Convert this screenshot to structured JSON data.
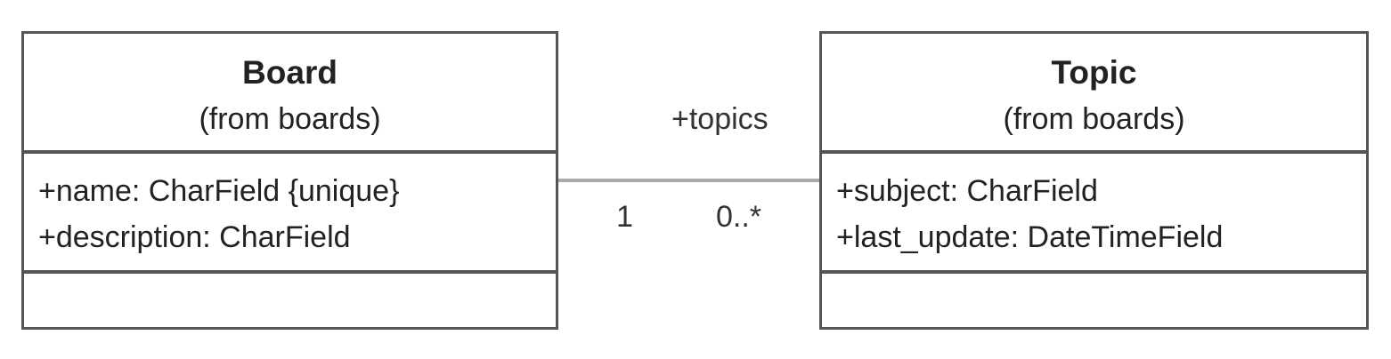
{
  "classes": {
    "board": {
      "name": "Board",
      "package": "(from boards)",
      "attributes": [
        "+name: CharField {unique}",
        "+description: CharField"
      ]
    },
    "topic": {
      "name": "Topic",
      "package": "(from boards)",
      "attributes": [
        "+subject: CharField",
        "+last_update: DateTimeField"
      ]
    }
  },
  "association": {
    "role": "+topics",
    "source_multiplicity": "1",
    "target_multiplicity": "0..*"
  },
  "colors": {
    "border": "#555555",
    "connector": "#aaaaaa",
    "text": "#222222"
  }
}
